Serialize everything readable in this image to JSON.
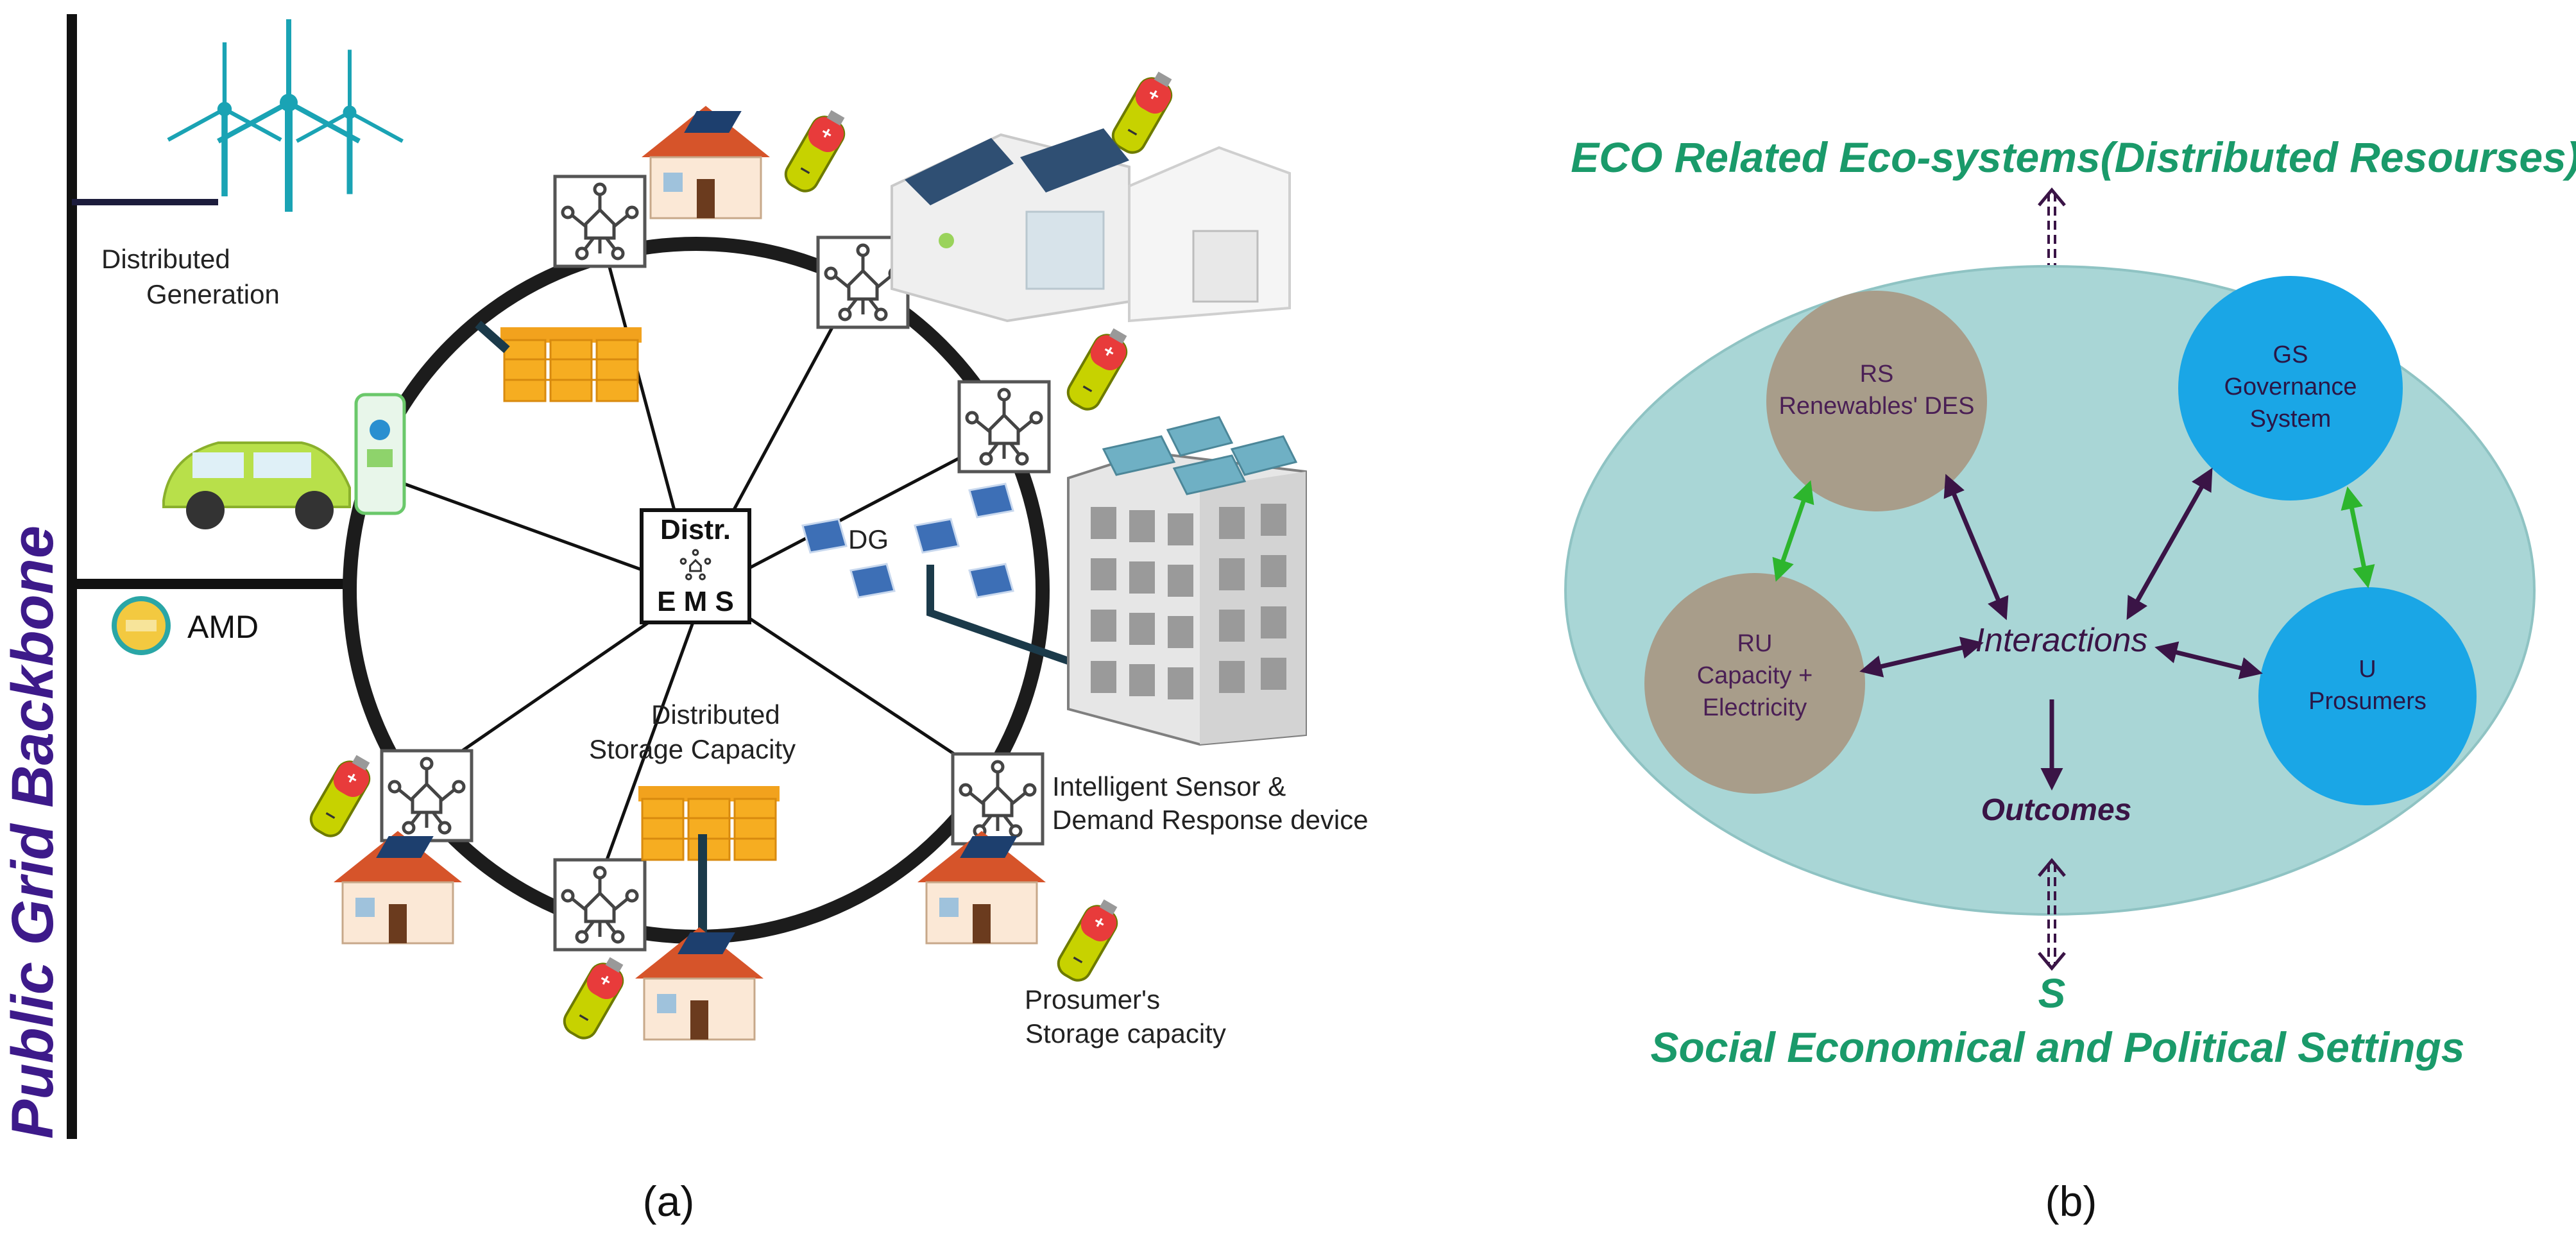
{
  "panel_a": {
    "backbone_label": "Public Grid Backbone",
    "distributed_generation_line1": "Distributed",
    "distributed_generation_line2": "Generation",
    "amd_label": "AMD",
    "ems_line1": "Distr.",
    "ems_line2": "E M S",
    "dg_label": "DG",
    "storage_line1": "Distributed",
    "storage_line2": "Storage Capacity",
    "sensor_line1": "Intelligent Sensor &",
    "sensor_line2": "Demand Response device",
    "prosumer_line1": "Prosumer's",
    "prosumer_line2": "Storage capacity",
    "caption": "(a)"
  },
  "panel_b": {
    "top_title": "ECO Related Eco-systems(Distributed Resourses)",
    "rs_line1": "RS",
    "rs_line2": "Renewables' DES",
    "gs_line1": "GS",
    "gs_line2": "Governance",
    "gs_line3": "System",
    "ru_line1": "RU",
    "ru_line2": "Capacity +",
    "ru_line3": "Electricity",
    "u_line1": "U",
    "u_line2": "Prosumers",
    "interactions": "Interactions",
    "outcomes": "Outcomes",
    "s_label": "S",
    "bottom_title": "Social Economical and  Political Settings",
    "caption": "(b)"
  },
  "colors": {
    "backbone_text": "#3d1a8a",
    "eco_green": "#1a9a6a",
    "ellipse_fill": "#a9d6d6",
    "grey_circle": "#a89d8a",
    "blue_circle": "#1aa6e6",
    "dark_purple": "#3a1446",
    "green_arrow": "#2db52d",
    "ring": "#1c1c1c"
  }
}
